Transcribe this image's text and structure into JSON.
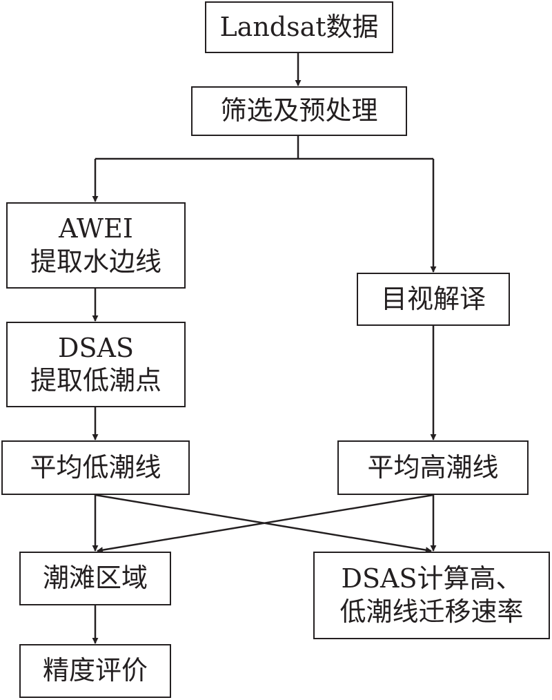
{
  "colors": {
    "stroke": "#231f20",
    "background": "#ffffff"
  },
  "nodes": {
    "landsat": {
      "line1": "Landsat数据"
    },
    "preprocess": {
      "line1": "筛选及预处理"
    },
    "awei": {
      "line1": "AWEI",
      "line2": "提取水边线"
    },
    "visual": {
      "line1": "目视解译"
    },
    "dsas_low": {
      "line1": "DSAS",
      "line2": "提取低潮点"
    },
    "mean_low": {
      "line1": "平均低潮线"
    },
    "mean_high": {
      "line1": "平均高潮线"
    },
    "tidal_flat": {
      "line1": "潮滩区域"
    },
    "dsas_rate": {
      "line1": "DSAS计算高、",
      "line2": "低潮线迁移速率"
    },
    "accuracy": {
      "line1": "精度评价"
    }
  }
}
